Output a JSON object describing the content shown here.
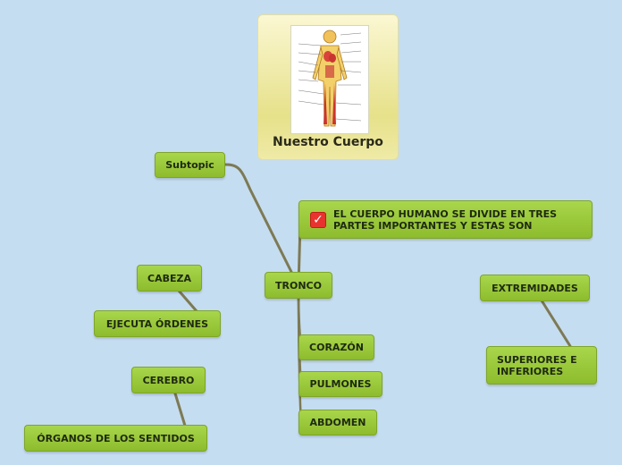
{
  "central": {
    "title": "Nuestro Cuerpo",
    "image_icon": "human-anatomy-illustration"
  },
  "nodes": {
    "subtopic": "Subtopic",
    "tronco": "TRONCO",
    "cabeza": "CABEZA",
    "ejecuta": "EJECUTA ÓRDENES",
    "cerebro": "CEREBRO",
    "organos": "ÓRGANOS DE LOS SENTIDOS",
    "corazon": "CORAZÓN",
    "pulmones": "PULMONES",
    "abdomen": "ABDOMEN",
    "extremidades": "EXTREMIDADES",
    "superiores_line1": "SUPERIORES E",
    "superiores_line2": "INFERIORES"
  },
  "note": {
    "icon": "checkbox-checked-icon",
    "line1": "EL CUERPO HUMANO SE DIVIDE EN TRES",
    "line2": "PARTES IMPORTANTES Y ESTAS SON"
  },
  "colors": {
    "background": "#c5ddf0",
    "node_green": "#9fce43",
    "connector": "#7d7a55",
    "check_red": "#e8332e"
  }
}
